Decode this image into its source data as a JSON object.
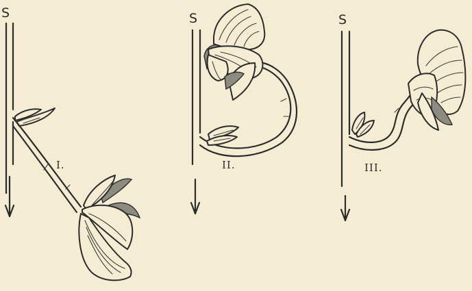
{
  "figure": {
    "stem_label": "S",
    "panels": [
      {
        "id": "I",
        "numeral": "I."
      },
      {
        "id": "II",
        "numeral": "II."
      },
      {
        "id": "III",
        "numeral": "III."
      }
    ]
  }
}
